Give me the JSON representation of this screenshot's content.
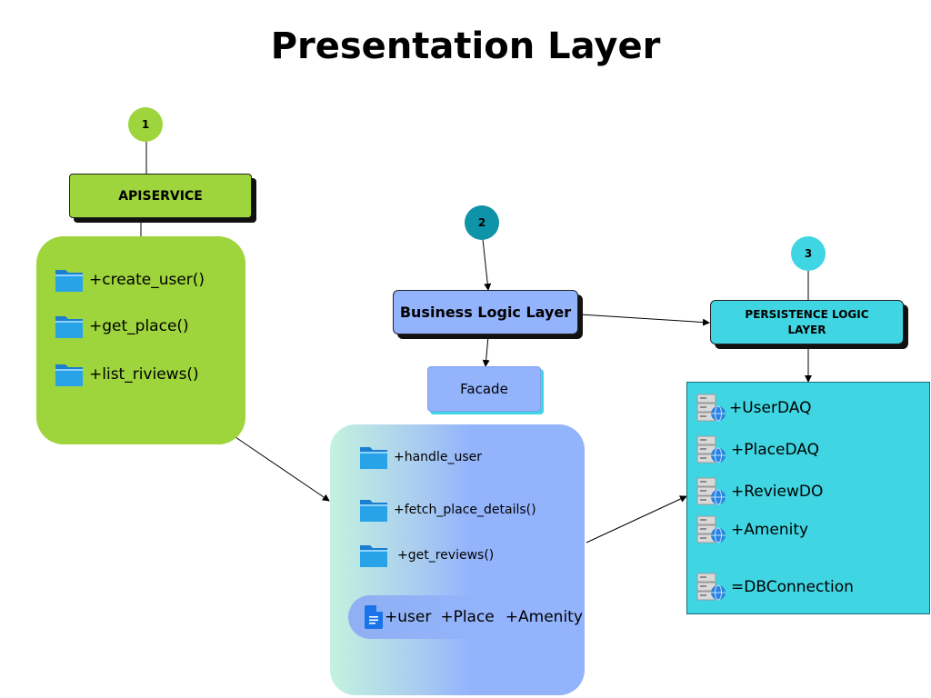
{
  "title": "Presentation Layer",
  "markers": {
    "one": "1",
    "two": "2",
    "three": "3"
  },
  "api": {
    "header": "APISERVICE",
    "items": [
      "+create_user()",
      "+get_place()",
      "+list_riviews()"
    ]
  },
  "business": {
    "header": "Business Logic Layer",
    "facade": "Facade",
    "items": [
      "+handle_user",
      "+fetch_place_details()",
      "+get_reviews()"
    ],
    "models": [
      "+user",
      "+Place",
      "+Amenity"
    ]
  },
  "persistence": {
    "header_line1": "PERSISTENCE LOGIC",
    "header_line2": "LAYER",
    "items": [
      "+UserDAQ",
      "+PlaceDAQ",
      "+ReviewDO",
      "+Amenity",
      "=DBConnection"
    ]
  },
  "colors": {
    "api_green": "#9ed43c",
    "business_blue": "#93b3fc",
    "persistence_cyan": "#3fd5e2",
    "marker_teal": "#0f93a8",
    "folder_blue": "#28a3e8",
    "doc_blue": "#1a73e8"
  },
  "icons": [
    "folder-icon",
    "document-icon",
    "database-server-icon"
  ]
}
